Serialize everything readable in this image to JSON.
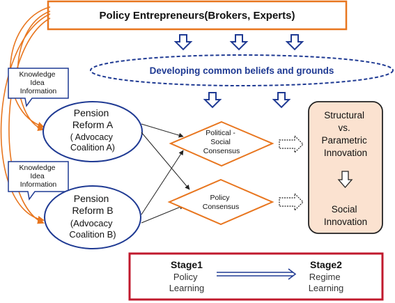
{
  "top_box": {
    "label": "Policy Entrepreneurs(Brokers, Experts)"
  },
  "beliefs_ellipse": {
    "label": "Developing common beliefs and grounds"
  },
  "callouts": [
    {
      "lines": [
        "Knowledge",
        "Idea",
        "Information"
      ]
    },
    {
      "lines": [
        "Knowledge",
        "Idea",
        "Information"
      ]
    }
  ],
  "coalitions": [
    {
      "lines": [
        "Pension",
        "Reform A",
        "( Advocacy",
        "Coalition A)"
      ]
    },
    {
      "lines": [
        "Pension",
        "Reform B",
        "(Advocacy",
        "Coalition B)"
      ]
    }
  ],
  "consensus": [
    {
      "lines": [
        "Political -",
        "Social",
        "Consensus"
      ]
    },
    {
      "lines": [
        "Policy",
        "Consensus"
      ]
    }
  ],
  "innovation_box": {
    "top_lines": [
      "Structural",
      "vs.",
      "Parametric",
      "Innovation"
    ],
    "bottom_lines": [
      "Social",
      "Innovation"
    ]
  },
  "stages": {
    "stage1": {
      "title": "Stage1",
      "lines": [
        "Policy",
        "Learning"
      ]
    },
    "stage2": {
      "title": "Stage2",
      "lines": [
        "Regime",
        "Learning"
      ]
    }
  },
  "colors": {
    "orange": "#e8761f",
    "navy": "#1f3a93",
    "dark_red": "#c0192c",
    "innovation_fill": "#fbe2d0"
  }
}
